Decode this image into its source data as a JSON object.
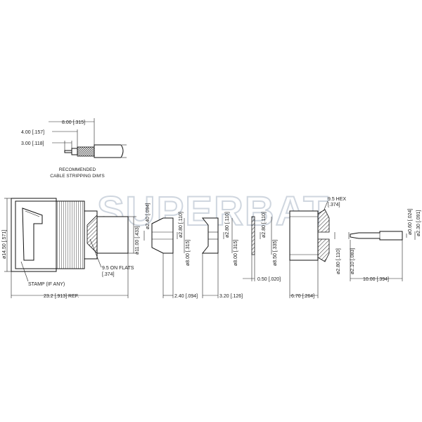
{
  "watermark": "SUPERBAT",
  "stripping": {
    "dim_a": "8.00 [.315]",
    "dim_b": "4.00 [.157]",
    "dim_c": "3.00 [.118]",
    "note_line1": "RECOMMENDED",
    "note_line2": "CABLE STRIPPING DIM'S"
  },
  "body_dims": {
    "overall_dia": "ø14.50 [.571]",
    "bore_dia": "ø11.00 [.433]",
    "flats": "9.5 ON FLATS",
    "flats_in": "[.374]",
    "stamp": "STAMP (IF ANY)",
    "length": "23.2 [.913] REF."
  },
  "ferrule_dims": {
    "small_dia": "ø2.40 [.094]",
    "mid_dia": "ø2.80 [.110]",
    "large_dia": "ø8.00 [.315]",
    "length": "2.40 [.094]"
  },
  "insulator_dims": {
    "small_dia": "ø2.80 [.110]",
    "large_dia": "ø8.00 [.315]",
    "length": "3.20 [.126]"
  },
  "washer_dims": {
    "small_dia": "ø2.80 [.110]",
    "large_dia": "ø8.50 [.335]",
    "length": "0.50 [.020]"
  },
  "nut_dims": {
    "hex": "9.5 HEX",
    "hex_in": "[.374]",
    "bore_dia": "ø2.80 [.110]",
    "length": "6.70 [.264]"
  },
  "pin_dims": {
    "tip_dia": "ø0.60 [.024]",
    "body_dia": "ø2.30 [.091]",
    "shank_dia": "ø2.10 [.083]",
    "length": "10.00 [.394]"
  }
}
